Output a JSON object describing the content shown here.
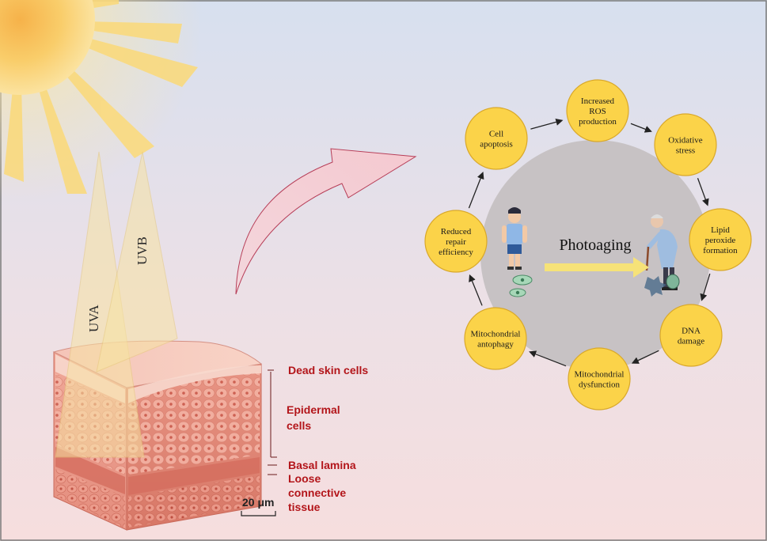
{
  "title": "",
  "beams": {
    "uva": "UVA",
    "uvb": "UVB"
  },
  "center": {
    "label": "Photoaging"
  },
  "cycle": [
    {
      "id": "increased-ros",
      "lines": [
        "Increased",
        "ROS",
        "production"
      ]
    },
    {
      "id": "oxidative-stress",
      "lines": [
        "Oxidative",
        "stress"
      ]
    },
    {
      "id": "lipid-peroxide",
      "lines": [
        "Lipid",
        "peroxide",
        "formation"
      ]
    },
    {
      "id": "dna-damage",
      "lines": [
        "DNA",
        "damage"
      ]
    },
    {
      "id": "mito-dysfunction",
      "lines": [
        "Mitochondrial",
        "dysfunction"
      ]
    },
    {
      "id": "mito-antophagy",
      "lines": [
        "Mitochondrial",
        "antophagy"
      ]
    },
    {
      "id": "reduced-repair",
      "lines": [
        "Reduced",
        "repair",
        "efficiency"
      ]
    },
    {
      "id": "cell-apoptosis",
      "lines": [
        "Cell",
        "apoptosis"
      ]
    }
  ],
  "skin_layers": {
    "dead": "Dead skin cells",
    "epidermal_1": "Epidermal",
    "epidermal_2": "cells",
    "basal": "Basal lamina",
    "loose_1": "Loose",
    "loose_2": "connective",
    "loose_3": "tissue"
  },
  "scale_bar": "20 μm",
  "colors": {
    "node_fill": "#fbd349",
    "node_stroke": "#d9a82a",
    "center_fill": "#c7c2c4",
    "label_red": "#b3151a",
    "arrow": "#f6e278"
  }
}
